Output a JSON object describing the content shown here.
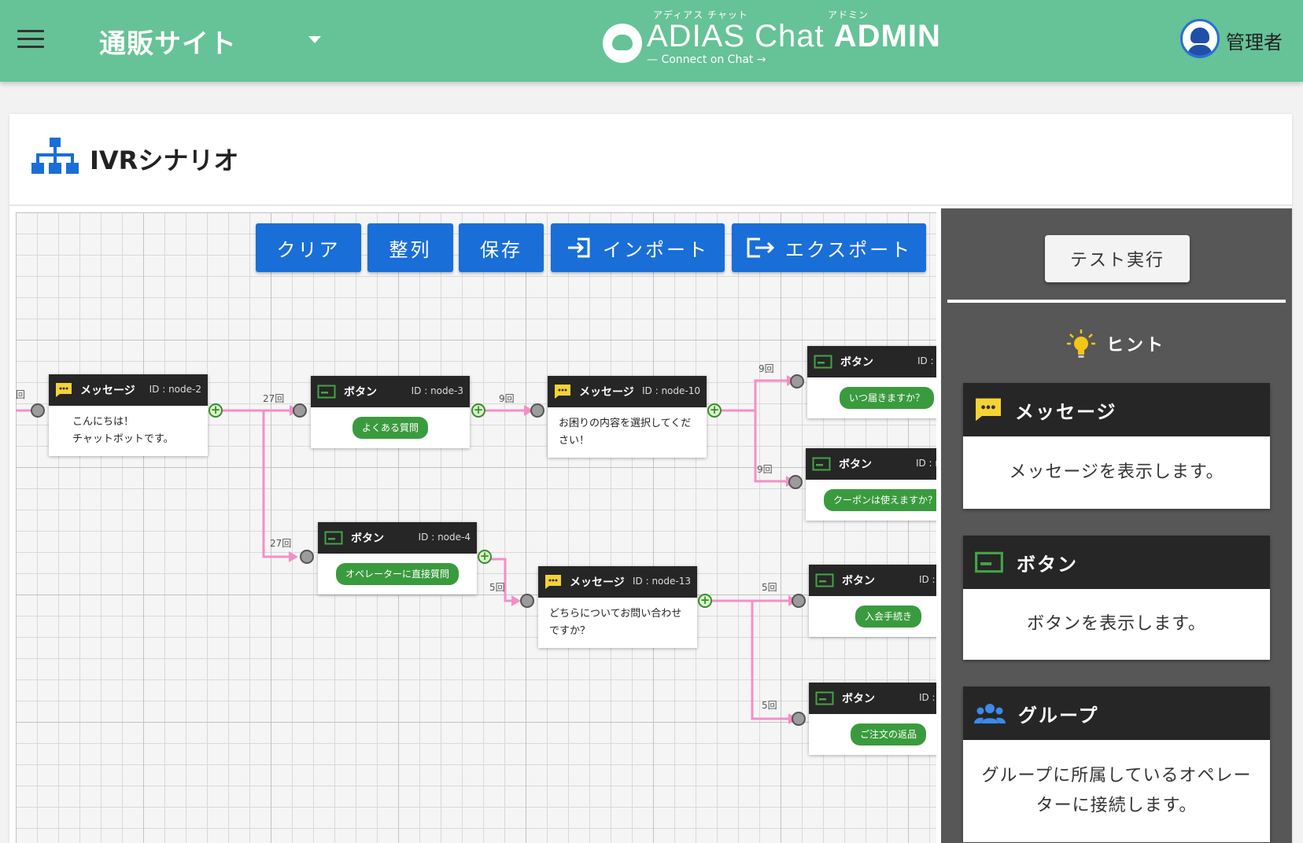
{
  "header": {
    "site_name": "通販サイト",
    "logo": {
      "ruby_main": "アディアス チャット",
      "ruby_admin": "アドミン",
      "name": "ADIAS Chat",
      "admin": "ADMIN",
      "tagline": "— Connect on Chat →"
    },
    "user_name": "管理者"
  },
  "page": {
    "title": "IVRシナリオ"
  },
  "toolbar": {
    "clear": "クリア",
    "align": "整列",
    "save": "保存",
    "import": "インポート",
    "export": "エクスポート"
  },
  "flow": {
    "nodes": [
      {
        "type": "メッセージ",
        "id_label": "ID : node-2",
        "text": "こんにちは！\nチャットボットです。"
      },
      {
        "type": "ボタン",
        "id_label": "ID : node-3",
        "pill": "よくある質問"
      },
      {
        "type": "メッセージ",
        "id_label": "ID : node-10",
        "text": "お困りの内容を選択してください！"
      },
      {
        "type": "ボタン",
        "id_label": "ID : n",
        "pill": "いつ届きますか？"
      },
      {
        "type": "ボタン",
        "id_label": "ID : n",
        "pill": "クーポンは使えますか？"
      },
      {
        "type": "ボタン",
        "id_label": "ID : node-4",
        "pill": "オペレーターに直接質問"
      },
      {
        "type": "メッセージ",
        "id_label": "ID : node-13",
        "text": "どちらについてお問い合わせですか？"
      },
      {
        "type": "ボタン",
        "id_label": "ID : n",
        "pill": "入会手続き"
      },
      {
        "type": "ボタン",
        "id_label": "ID : n",
        "pill": "ご注文の返品"
      }
    ],
    "edge_labels": [
      "回",
      "27回",
      "27回",
      "9回",
      "9回",
      "9回",
      "5回",
      "5回",
      "5回"
    ]
  },
  "sidebar": {
    "test_button": "テスト実行",
    "hint_title": "ヒント",
    "cards": [
      {
        "title": "メッセージ",
        "desc": "メッセージを表示します。",
        "icon": "message-icon"
      },
      {
        "title": "ボタン",
        "desc": "ボタンを表示します。",
        "icon": "button-icon"
      },
      {
        "title": "グループ",
        "desc": "グループに所属しているオペレーターに接続します。",
        "icon": "group-icon"
      }
    ]
  },
  "colors": {
    "header_bg": "#66c297",
    "primary_button": "#1a6ed8",
    "node_header": "#262626",
    "pill_green": "#3a9b3e",
    "edge_pink": "#f48fc8",
    "sidebar_bg": "#575757"
  }
}
